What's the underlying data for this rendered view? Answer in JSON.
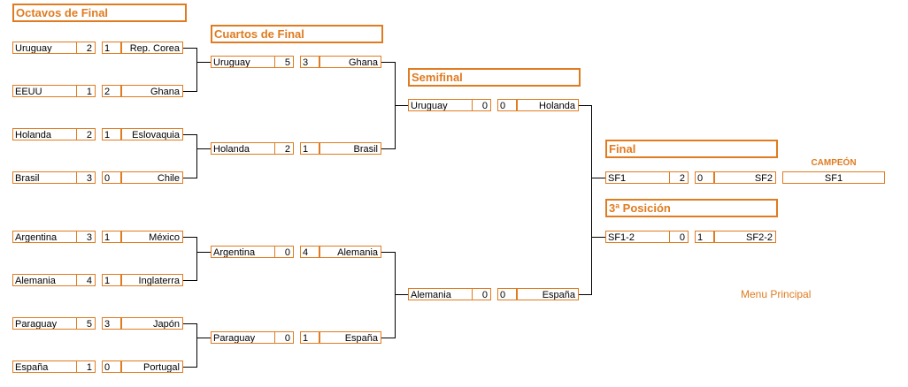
{
  "headers": {
    "octavos": "Octavos de Final",
    "cuartos": "Cuartos de Final",
    "semifinal": "Semifinal",
    "final": "Final",
    "tercero": "3ª Posición"
  },
  "octavos": [
    {
      "team1": "Uruguay",
      "score1": "2",
      "score2": "1",
      "team2": "Rep. Corea"
    },
    {
      "team1": "EEUU",
      "score1": "1",
      "score2": "2",
      "team2": "Ghana"
    },
    {
      "team1": "Holanda",
      "score1": "2",
      "score2": "1",
      "team2": "Eslovaquia"
    },
    {
      "team1": "Brasil",
      "score1": "3",
      "score2": "0",
      "team2": "Chile"
    },
    {
      "team1": "Argentina",
      "score1": "3",
      "score2": "1",
      "team2": "México"
    },
    {
      "team1": "Alemania",
      "score1": "4",
      "score2": "1",
      "team2": "Inglaterra"
    },
    {
      "team1": "Paraguay",
      "score1": "5",
      "score2": "3",
      "team2": "Japón"
    },
    {
      "team1": "España",
      "score1": "1",
      "score2": "0",
      "team2": "Portugal"
    }
  ],
  "cuartos": [
    {
      "team1": "Uruguay",
      "score1": "5",
      "score2": "3",
      "team2": "Ghana"
    },
    {
      "team1": "Holanda",
      "score1": "2",
      "score2": "1",
      "team2": "Brasil"
    },
    {
      "team1": "Argentina",
      "score1": "0",
      "score2": "4",
      "team2": "Alemania"
    },
    {
      "team1": "Paraguay",
      "score1": "0",
      "score2": "1",
      "team2": "España"
    }
  ],
  "semifinal": [
    {
      "team1": "Uruguay",
      "score1": "0",
      "score2": "0",
      "team2": "Holanda"
    },
    {
      "team1": "Alemania",
      "score1": "0",
      "score2": "0",
      "team2": "España"
    }
  ],
  "final": {
    "team1": "SF1",
    "score1": "2",
    "score2": "0",
    "team2": "SF2"
  },
  "tercero": {
    "team1": "SF1-2",
    "score1": "0",
    "score2": "1",
    "team2": "SF2-2"
  },
  "champion": {
    "label": "CAMPEÓN",
    "team": "SF1"
  },
  "menu": {
    "label": "Menu Principal"
  },
  "colors": {
    "accent": "#e07b20",
    "line": "#000000"
  }
}
